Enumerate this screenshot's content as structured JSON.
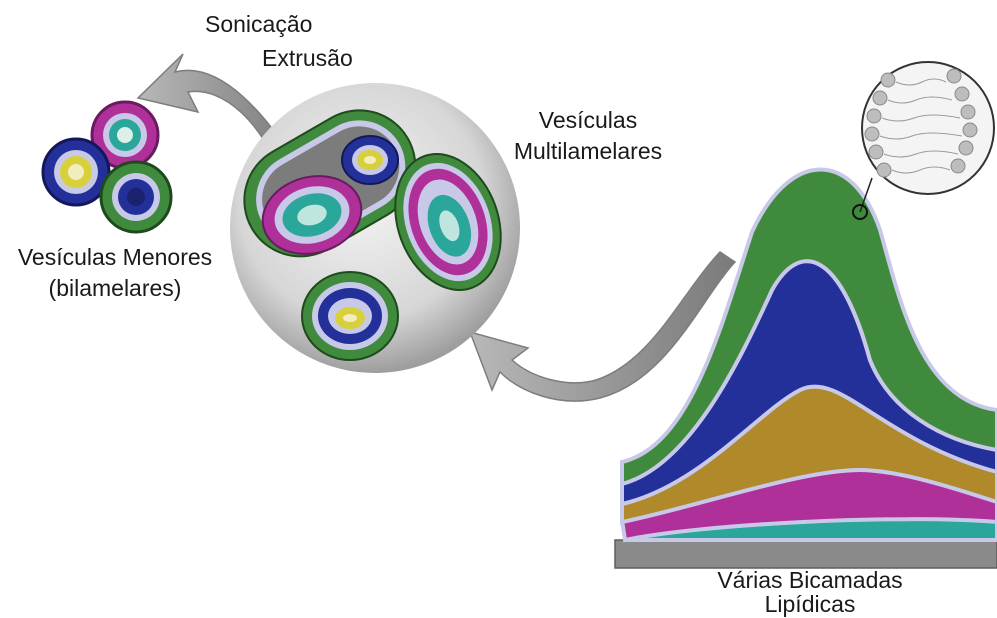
{
  "labels": {
    "sonication": "Sonicação",
    "extrusion": "Extrusão",
    "multilamellar_line1": "Vesículas",
    "multilamellar_line2": "Multilamelares",
    "small_line1": "Vesículas Menores",
    "small_line2": "(bilamelares)",
    "bilayers_line1": "Várias Bicamadas",
    "bilayers_line2": "Lipídicas"
  },
  "colors": {
    "green": "#3f8a3c",
    "blue": "#23309a",
    "magenta": "#b0309a",
    "teal": "#2aa69a",
    "gold": "#b08a2a",
    "yellow": "#d8d03a",
    "membrane": "#c8c8e8",
    "sphere": "#d6d6d6",
    "arrow": "#9a9a9a",
    "substrate": "#8a8a8a"
  },
  "icons": {
    "arrow_left": "curved-arrow-icon",
    "arrow_right": "curved-arrow-icon",
    "bilayer_zoom": "phospholipid-bilayer-icon"
  }
}
